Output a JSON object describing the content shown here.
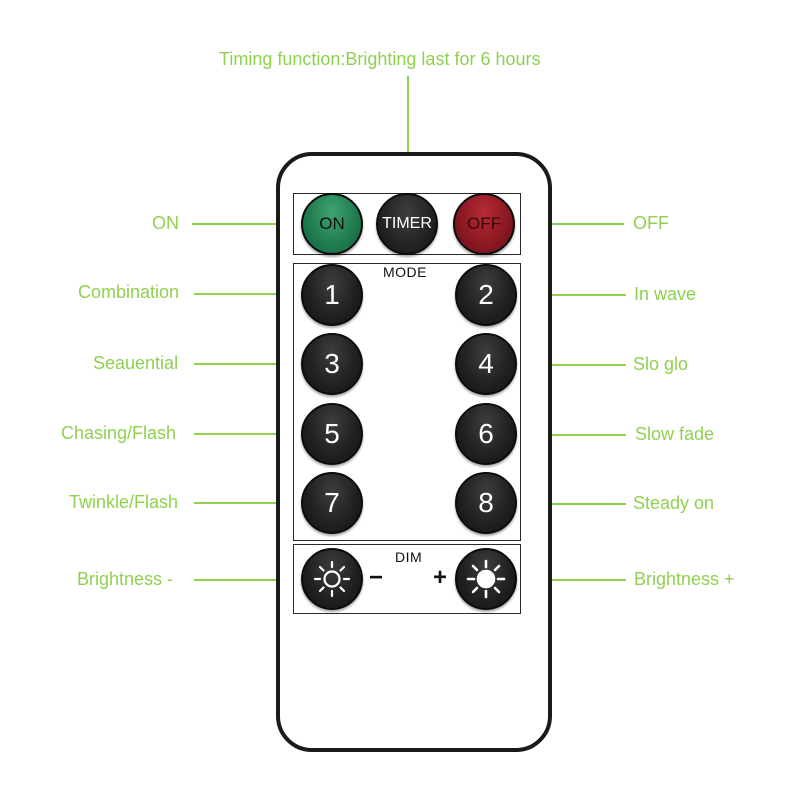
{
  "callouts": {
    "timer": "Timing function:Brighting last for 6 hours",
    "on": "ON",
    "off": "OFF",
    "b1": "Combination",
    "b2": "In wave",
    "b3": "Seauential",
    "b4": "Slo glo",
    "b5": "Chasing/Flash",
    "b6": "Slow fade",
    "b7": "Twinkle/Flash",
    "b8": "Steady on",
    "dim_minus": "Brightness -",
    "dim_plus": "Brightness +"
  },
  "remote": {
    "on_label": "ON",
    "timer_label": "TIMER",
    "off_label": "OFF",
    "mode_label": "MODE",
    "dim_label": "DIM",
    "minus_label": "−",
    "plus_label": "+",
    "buttons": [
      "1",
      "2",
      "3",
      "4",
      "5",
      "6",
      "7",
      "8"
    ]
  },
  "colors": {
    "callout": "#8fd14f",
    "on": "#1f7a4e",
    "off": "#8a1821",
    "button": "#222222"
  },
  "icons": {
    "dim_minus": "sun-outline-icon",
    "dim_plus": "sun-filled-icon"
  }
}
